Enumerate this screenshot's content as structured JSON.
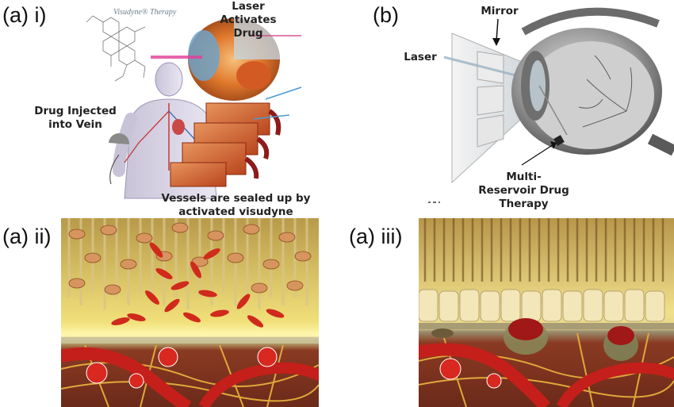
{
  "panels": {
    "a_i": {
      "label": "(a) i)",
      "therapy_title": "Visudyne® Therapy",
      "caption_laser": "Laser Activates Drug",
      "caption_injected": "Drug Injected into Vein",
      "caption_sealed": "Vessels are sealed up by activated visudyne"
    },
    "b": {
      "label": "(b)",
      "caption_mirror": "Mirror",
      "caption_laser": "Laser",
      "caption_reservoir": "Multi-Reservoir Drug Therapy"
    },
    "a_ii": {
      "label": "(a) ii)"
    },
    "a_iii": {
      "label": "(a) iii)"
    }
  }
}
